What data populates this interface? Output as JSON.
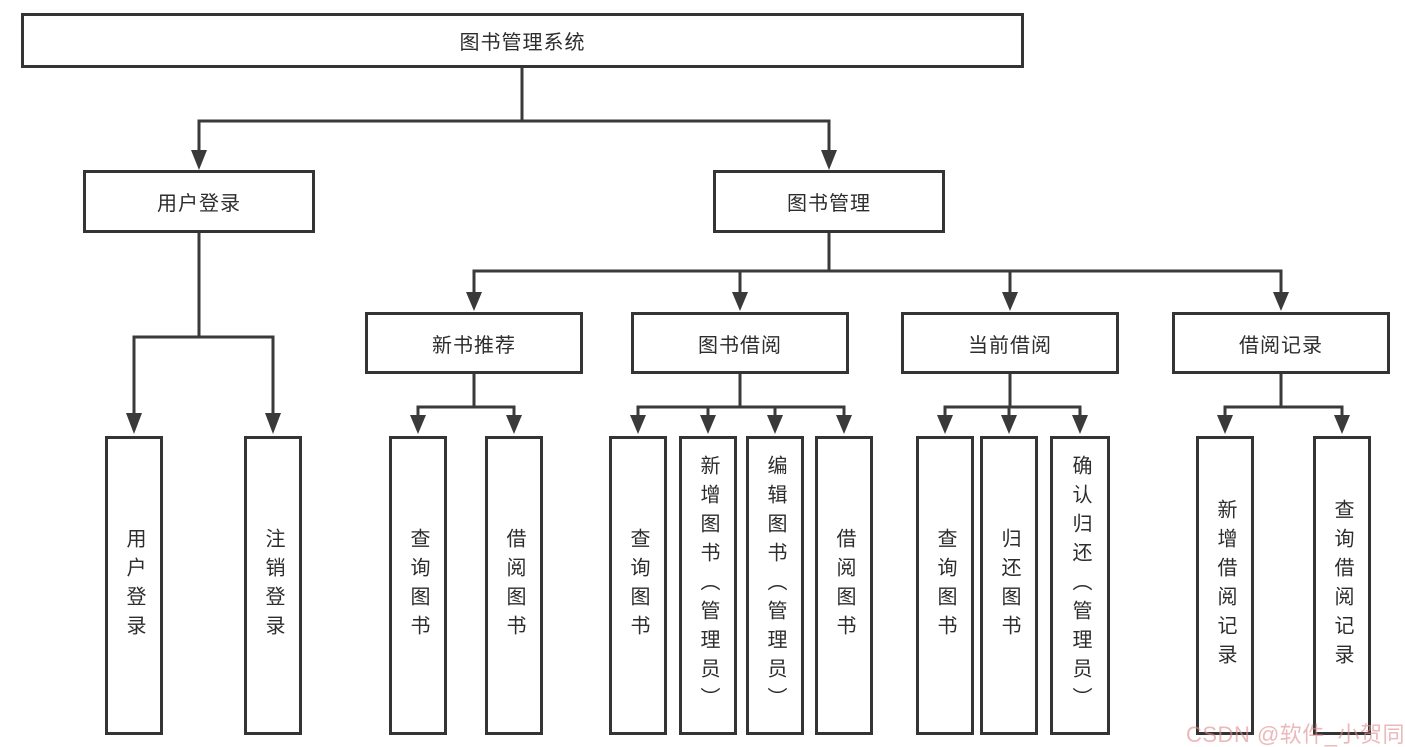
{
  "diagram": {
    "root": {
      "label": "图书管理系统"
    },
    "level1": {
      "user_login": {
        "label": "用户登录"
      },
      "book_management": {
        "label": "图书管理"
      }
    },
    "level2": {
      "new_book_recommend": {
        "label": "新书推荐"
      },
      "book_borrow": {
        "label": "图书借阅"
      },
      "current_borrow": {
        "label": "当前借阅"
      },
      "borrow_record": {
        "label": "借阅记录"
      }
    },
    "leaves": {
      "user_login_group": [
        "用户登录",
        "注销登录"
      ],
      "new_book_group": [
        "查询图书",
        "借阅图书"
      ],
      "book_borrow_group": [
        "查询图书",
        "新增图书（管理员）",
        "编辑图书（管理员）",
        "借阅图书"
      ],
      "current_borrow_group": [
        "查询图书",
        "归还图书",
        "确认归还（管理员）"
      ],
      "borrow_record_group": [
        "新增借阅记录",
        "查询借阅记录"
      ]
    }
  },
  "watermark": {
    "text": "CSDN @软件_小贺同学",
    "color": "#e08f8f"
  },
  "colors": {
    "line": "#3a3a3a",
    "border": "#343434",
    "text": "#2d2d2d",
    "background": "#ffffff"
  }
}
